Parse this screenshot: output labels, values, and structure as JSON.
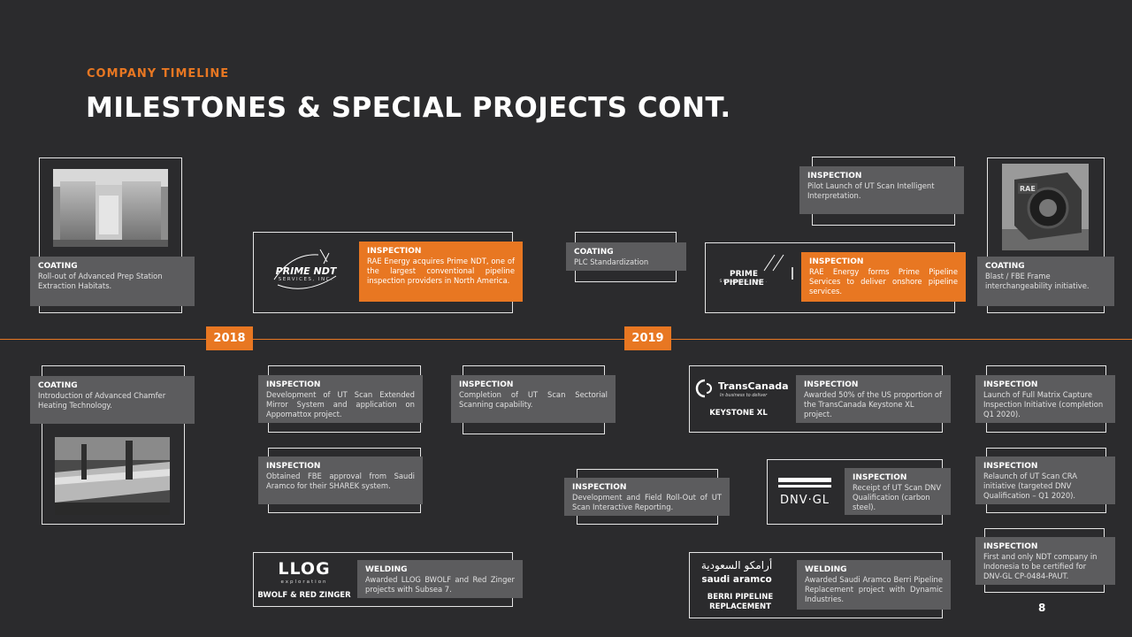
{
  "header": {
    "eyebrow": "COMPANY TIMELINE",
    "title": "MILESTONES & SPECIAL PROJECTS CONT."
  },
  "timeline": {
    "year_a": "2018",
    "year_b": "2019"
  },
  "cards": {
    "c1": {
      "h": "COATING",
      "t": "Roll-out of Advanced Prep Station Extraction Habitats."
    },
    "c2": {
      "h": "INSPECTION",
      "t": "RAE Energy acquires Prime NDT, one of the largest conventional pipeline inspection providers in North America."
    },
    "c3": {
      "h": "COATING",
      "t": "PLC Standardization"
    },
    "c4": {
      "h": "INSPECTION",
      "t": "Pilot Launch of UT Scan Intelligent Interpretation."
    },
    "c5": {
      "h": "INSPECTION",
      "t": "RAE Energy forms Prime Pipeline Services to deliver onshore pipeline services."
    },
    "c6": {
      "h": "COATING",
      "t": "Blast / FBE Frame interchangeability initiative."
    },
    "c7": {
      "h": "COATING",
      "t": "Introduction of Advanced Chamfer Heating Technology."
    },
    "c8": {
      "h": "INSPECTION",
      "t": "Development of UT Scan Extended Mirror System and application on Appomattox project."
    },
    "c9": {
      "h": "INSPECTION",
      "t": "Completion of UT Scan Sectorial Scanning capability."
    },
    "c10": {
      "h": "INSPECTION",
      "t": "Awarded 50% of the US proportion of the TransCanada Keystone XL project."
    },
    "c11": {
      "h": "INSPECTION",
      "t": "Launch of Full Matrix Capture Inspection Initiative (completion Q1 2020)."
    },
    "c12": {
      "h": "INSPECTION",
      "t": "Obtained FBE approval from Saudi Aramco for their SHAREK system."
    },
    "c13": {
      "h": "INSPECTION",
      "t": "Development and Field Roll-Out of UT Scan Interactive Reporting."
    },
    "c14": {
      "h": "INSPECTION",
      "t": "Receipt of UT Scan DNV Qualification (carbon steel)."
    },
    "c15": {
      "h": "INSPECTION",
      "t": "Relaunch of UT Scan CRA initiative (targeted DNV Qualification – Q1 2020)."
    },
    "c16": {
      "h": "INSPECTION",
      "t": "First and only NDT company in Indonesia to be certified for DNV-GL CP-0484-PAUT."
    },
    "c17": {
      "h": "WELDING",
      "t": "Awarded LLOG BWOLF and Red Zinger projects with Subsea 7."
    },
    "c18": {
      "h": "WELDING",
      "t": "Awarded Saudi Aramco Berri Pipeline Replacement project with Dynamic Industries."
    }
  },
  "logos": {
    "prime_ndt": {
      "name": "PRIME NDT",
      "sub": "SERVICES, INC."
    },
    "prime_pipeline": {
      "name": "PRIME PIPELINE",
      "sub": "SERVICES, INC."
    },
    "transcanada": {
      "name": "TransCanada",
      "tagline": "In business to deliver",
      "caption": "KEYSTONE XL"
    },
    "dnvgl": {
      "name": "DNV·GL"
    },
    "llog": {
      "name": "LLOG",
      "sub": "exploration",
      "caption": "BWOLF & RED ZINGER"
    },
    "aramco": {
      "arabic": "أرامكو السعودية",
      "name": "saudi aramco",
      "caption": "BERRI PIPELINE REPLACEMENT"
    }
  },
  "photos": {
    "booth": "booth-photo",
    "machine": "machine-photo",
    "pipe": "pipe-photo",
    "machine_label": "RAE"
  },
  "footer": {
    "page": "8"
  },
  "colors": {
    "accent": "#e87722",
    "background": "#2b2b2d",
    "card": "#5c5c5e"
  }
}
